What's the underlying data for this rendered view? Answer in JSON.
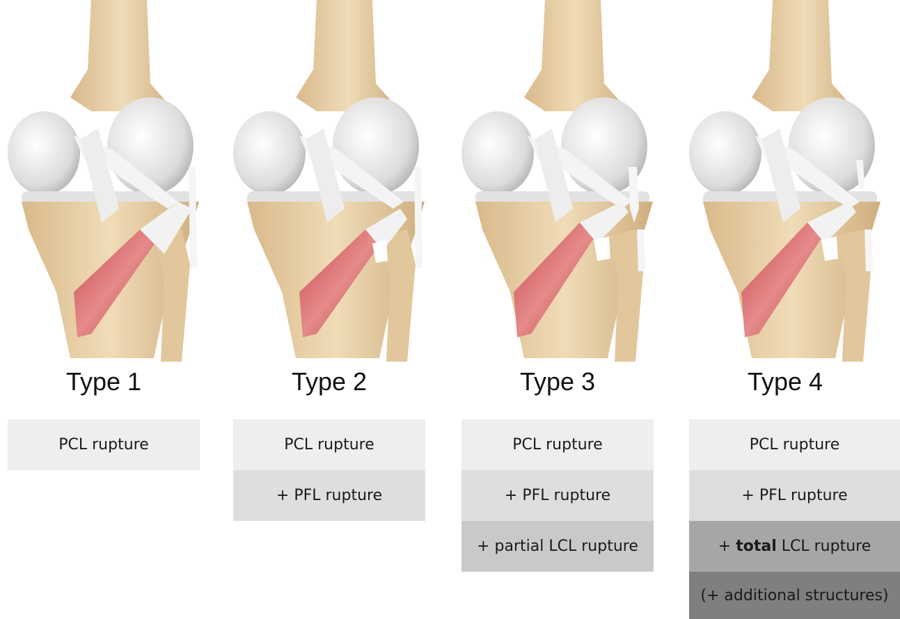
{
  "columns": [
    {
      "type_label": "Type 1",
      "rows": [
        "PCL rupture"
      ]
    },
    {
      "type_label": "Type 2",
      "rows": [
        "PCL rupture",
        "+ PFL rupture"
      ]
    },
    {
      "type_label": "Type 3",
      "rows": [
        "PCL rupture",
        "+ PFL rupture",
        "+ partial LCL rupture"
      ]
    },
    {
      "type_label": "Type 4",
      "rows": [
        "PCL rupture",
        "+ PFL rupture"
      ],
      "lcl_prefix": "+ ",
      "lcl_bold": "total",
      "lcl_suffix": " LCL rupture",
      "additional": "(+ additional structures)"
    }
  ],
  "colors": {
    "bone": "#e6cfa8",
    "cartilage": "#e8e8e8",
    "muscle": "#d96a6a",
    "ligament": "#f2f2f2"
  }
}
